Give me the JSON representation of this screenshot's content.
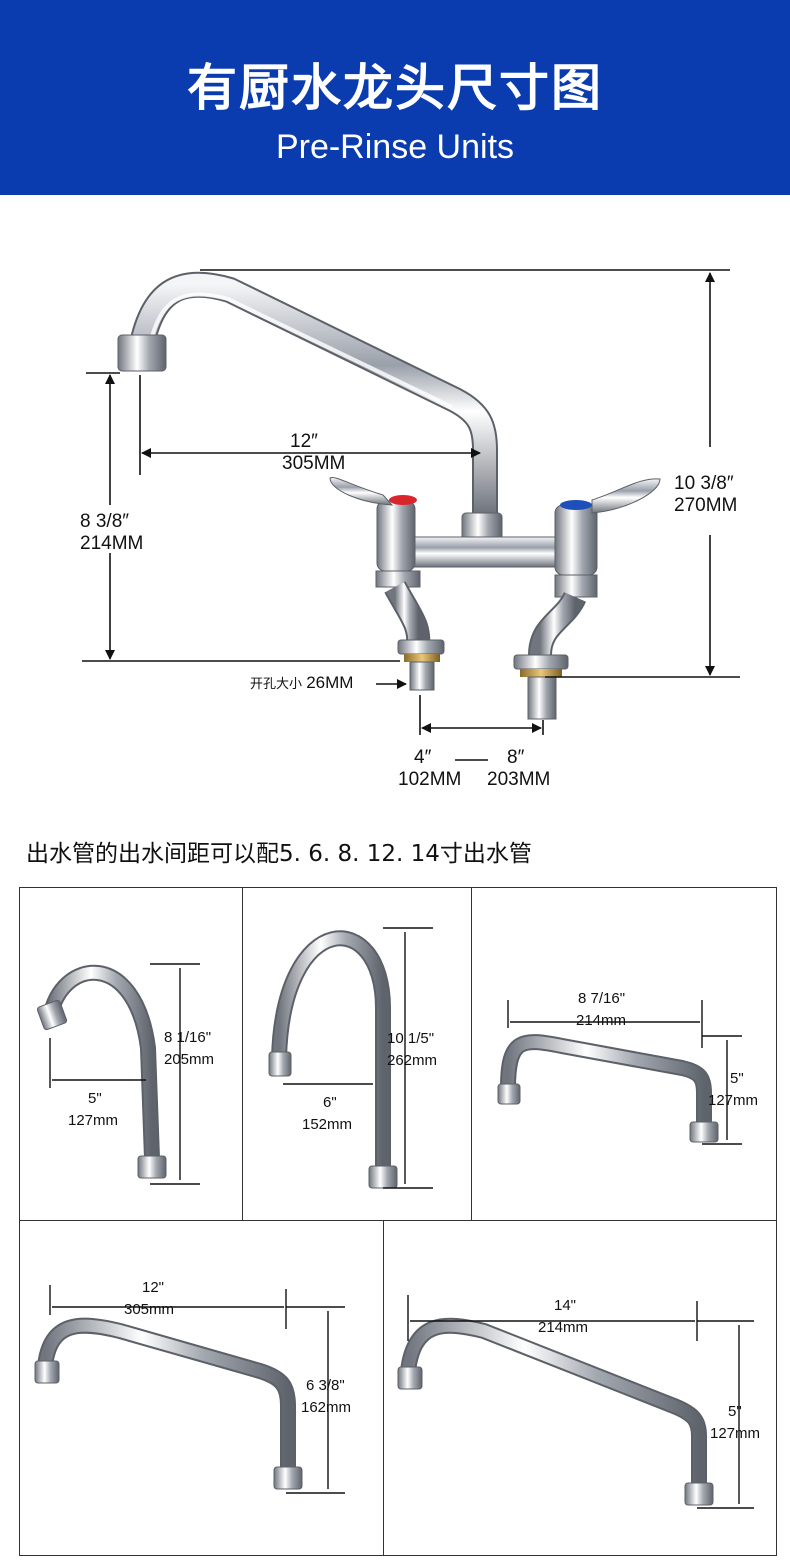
{
  "header": {
    "title": "有厨水龙头尺寸图",
    "subtitle": "Pre-Rinse Units"
  },
  "main_faucet": {
    "spout_reach": {
      "inch": "12″",
      "mm": "305MM"
    },
    "spout_height": {
      "inch": "8  3/8″",
      "mm": "214MM"
    },
    "total_height": {
      "inch": "10  3/8″",
      "mm": "270MM"
    },
    "hole_size": {
      "label": "开孔大小",
      "value": "26MM"
    },
    "center_min": {
      "inch": "4″",
      "mm": "102MM"
    },
    "center_max": {
      "inch": "8″",
      "mm": "203MM"
    }
  },
  "note": "出水管的出水间距可以配5. 6. 8. 12. 14寸出水管",
  "spouts": [
    {
      "reach_inch": "5\"",
      "reach_mm": "127mm",
      "height_inch": "8  1/16\"",
      "height_mm": "205mm"
    },
    {
      "reach_inch": "6\"",
      "reach_mm": "152mm",
      "height_inch": "10  1/5\"",
      "height_mm": "262mm"
    },
    {
      "reach_inch": "8  7/16\"",
      "reach_mm": "214mm",
      "height_inch": "5\"",
      "height_mm": "127mm"
    },
    {
      "reach_inch": "12\"",
      "reach_mm": "305mm",
      "height_inch": "6  3/8\"",
      "height_mm": "162mm"
    },
    {
      "reach_inch": "14\"",
      "reach_mm": "214mm",
      "height_inch": "5\"",
      "height_mm": "127mm"
    }
  ],
  "colors": {
    "banner": "#0a3cb0",
    "chrome": "#b8bcc4",
    "hot": "#d8262c",
    "cold": "#1f4fb8"
  }
}
